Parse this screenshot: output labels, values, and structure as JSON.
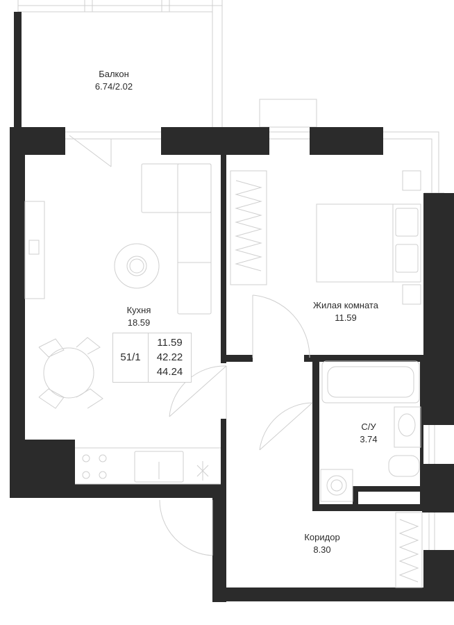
{
  "rooms": {
    "balcony": {
      "name": "Балкон",
      "area": "6.74/2.02"
    },
    "kitchen": {
      "name": "Кухня",
      "area": "18.59"
    },
    "living": {
      "name": "Жилая комната",
      "area": "11.59"
    },
    "bathroom": {
      "name": "С/У",
      "area": "3.74"
    },
    "corridor": {
      "name": "Коридор",
      "area": "8.30"
    }
  },
  "apartment": {
    "number": "51/1",
    "living_area": "11.59",
    "total_area": "42.22",
    "total_area_with_balcony": "44.24"
  },
  "colors": {
    "wall": "#2b2b2b",
    "line": "#cfcfcf",
    "background": "#ffffff"
  }
}
